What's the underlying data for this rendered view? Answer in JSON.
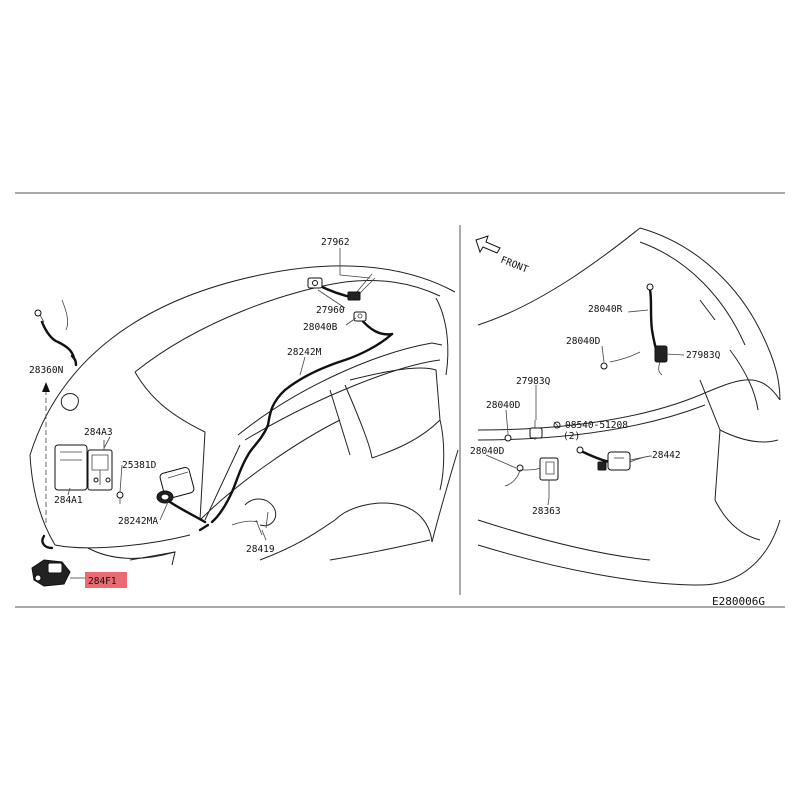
{
  "diagram_code": "E280006G",
  "front_label": "FRONT",
  "labels": {
    "p27962": "27962",
    "p27960": "27960",
    "p28040b": "28040B",
    "p28242m": "28242M",
    "p28360n": "28360N",
    "p284a3": "284A3",
    "p25381d": "25381D",
    "p284a1": "284A1",
    "p28242ma": "28242MA",
    "p28419": "28419",
    "p284f1": "284F1",
    "p28040r": "28040R",
    "p28040d_a": "28040D",
    "p27983q_a": "27983Q",
    "p27983q_b": "27983Q",
    "p28040d_b": "28040D",
    "p08540": "08540-51208",
    "p08540_qty": "(2)",
    "p28040d_c": "28040D",
    "p28442": "28442",
    "p28363": "28363"
  },
  "colors": {
    "highlight": "#e8505b",
    "line": "#222222"
  }
}
